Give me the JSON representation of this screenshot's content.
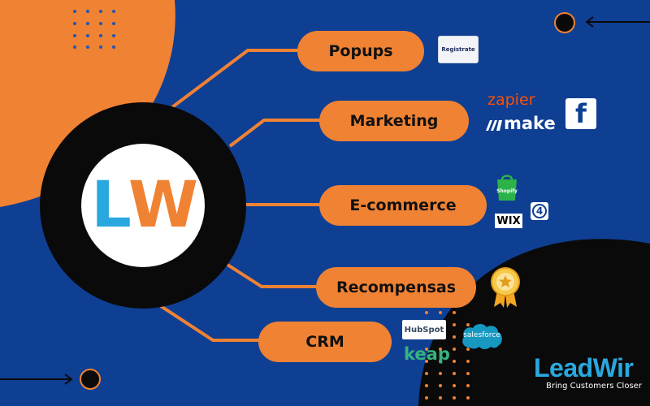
{
  "center_logo": {
    "text_l": "L",
    "text_w": "W"
  },
  "branches": [
    {
      "label": "Popups"
    },
    {
      "label": "Marketing"
    },
    {
      "label": "E-commerce"
    },
    {
      "label": "Recompensas"
    },
    {
      "label": "CRM"
    }
  ],
  "integrations": {
    "registrate": "Registrate",
    "zapier": "zapier",
    "make": "make",
    "facebook": "f",
    "shopify": "Shopify",
    "wix": "WIX",
    "fourth": "4",
    "hubspot": "HubSpot",
    "salesforce": "salesforce",
    "keap": "keap"
  },
  "brand": {
    "name": "LeadWir",
    "tagline": "Bring Customers Closer"
  },
  "colors": {
    "background": "#0f3f93",
    "accent_orange": "#f08233",
    "black": "#0a0a0a",
    "lw_blue": "#29a8e0",
    "lw_orange": "#f08233"
  }
}
